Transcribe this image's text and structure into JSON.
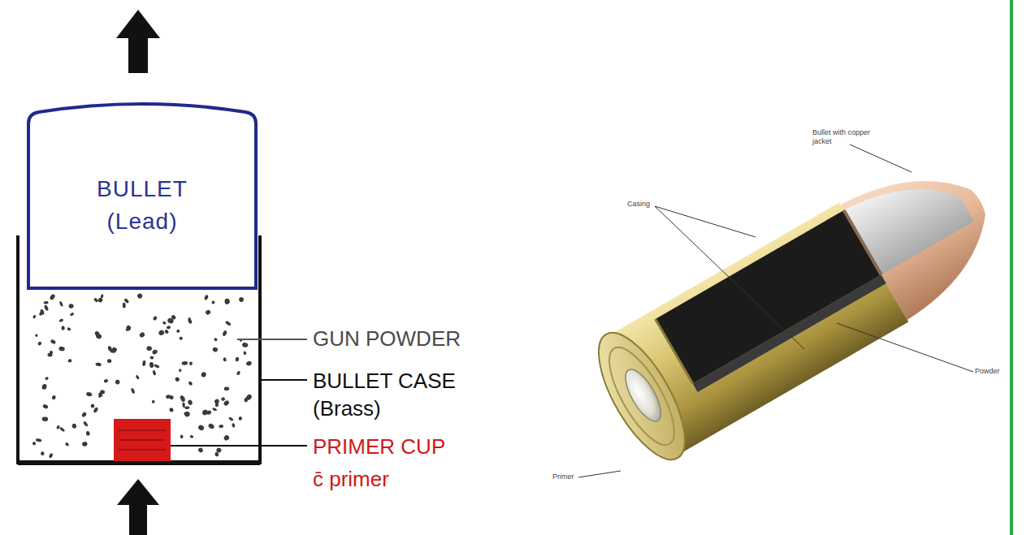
{
  "diagram": {
    "nodes": [
      {
        "text": [
          "BULLET (Lead)"
        ]
      }
    ],
    "labels": [
      "GUN POWDER",
      "BULLET CASE (Brass)",
      "PRIMER CUP c̄ primer",
      "Bullet with copper jacket",
      "Casing",
      "Powder",
      "Primer"
    ]
  }
}
